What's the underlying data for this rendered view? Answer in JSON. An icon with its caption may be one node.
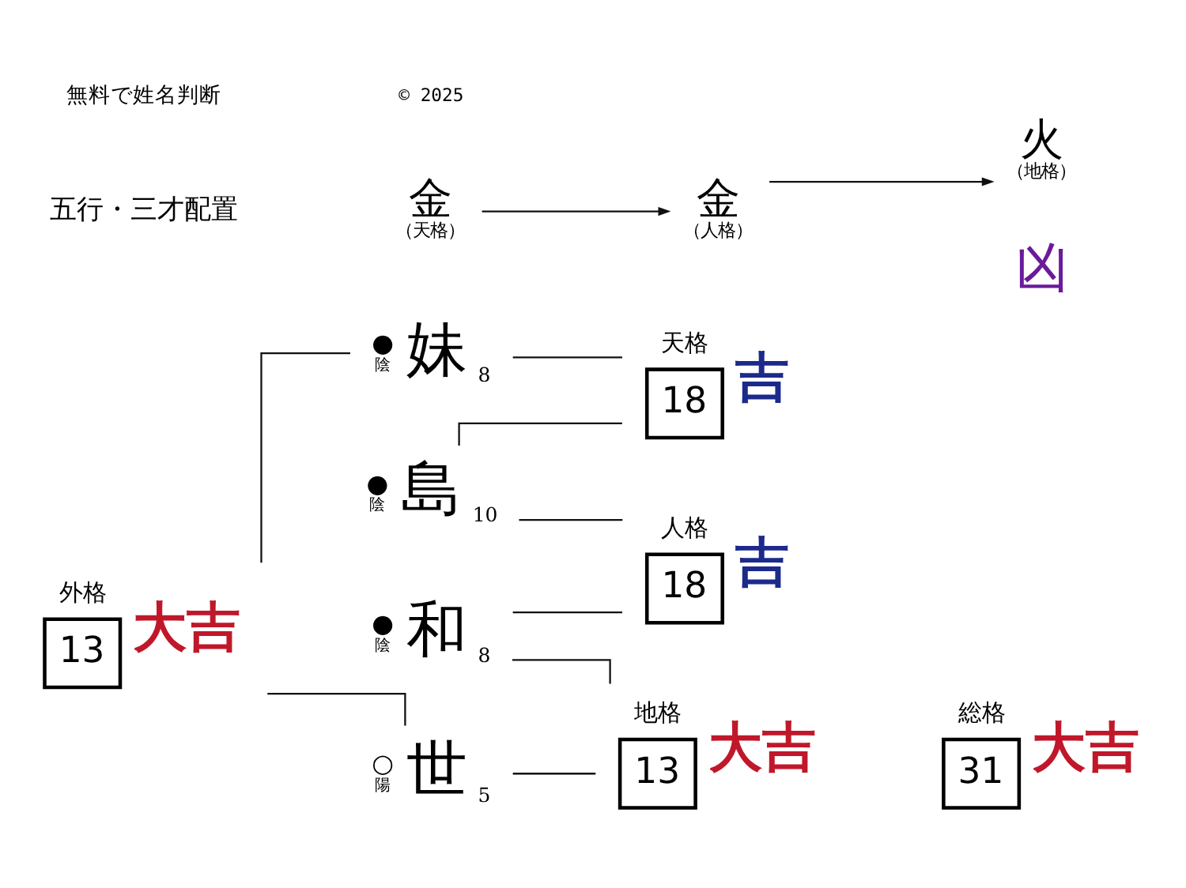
{
  "diagram": {
    "nodes": [
      {
        "text": [
          "外格",
          "13"
        ],
        "beside": [
          "大吉"
        ]
      },
      {
        "text": [
          "妹"
        ],
        "beside": [
          "●",
          "陰",
          "8"
        ]
      },
      {
        "text": [
          "島"
        ],
        "beside": [
          "●",
          "陰",
          "10"
        ]
      },
      {
        "text": [
          "和"
        ],
        "beside": [
          "●",
          "陰",
          "8"
        ]
      },
      {
        "text": [
          "世"
        ],
        "beside": [
          "○",
          "陽",
          "5"
        ]
      },
      {
        "text": [
          "天格",
          "18"
        ],
        "beside": [
          "吉"
        ]
      },
      {
        "text": [
          "人格",
          "18"
        ],
        "beside": [
          "吉"
        ]
      },
      {
        "text": [
          "地格",
          "13"
        ],
        "beside": [
          "大吉"
        ]
      },
      {
        "text": [
          "総格",
          "31"
        ],
        "beside": [
          "大吉"
        ]
      },
      {
        "text": [
          "金",
          "（天格）"
        ]
      },
      {
        "text": [
          "金",
          "（人格）"
        ]
      },
      {
        "text": [
          "火",
          "（地格）"
        ]
      }
    ],
    "edges": [
      {
        "from": 1,
        "to": 0,
        "arrow": "none"
      },
      {
        "from": 4,
        "to": 0,
        "arrow": "none"
      },
      {
        "from": 1,
        "to": 5,
        "arrow": "none"
      },
      {
        "from": 2,
        "to": 5,
        "arrow": "none"
      },
      {
        "from": 2,
        "to": 6,
        "arrow": "none"
      },
      {
        "from": 3,
        "to": 6,
        "arrow": "none"
      },
      {
        "from": 3,
        "to": 7,
        "arrow": "none"
      },
      {
        "from": 4,
        "to": 7,
        "arrow": "none"
      },
      {
        "from": 9,
        "to": 10,
        "arrow": "to"
      },
      {
        "from": 10,
        "to": 11,
        "arrow": "to"
      }
    ],
    "labels": [
      "無料で姓名判断",
      "© 2025",
      "五行・三才配置",
      "凶"
    ]
  }
}
